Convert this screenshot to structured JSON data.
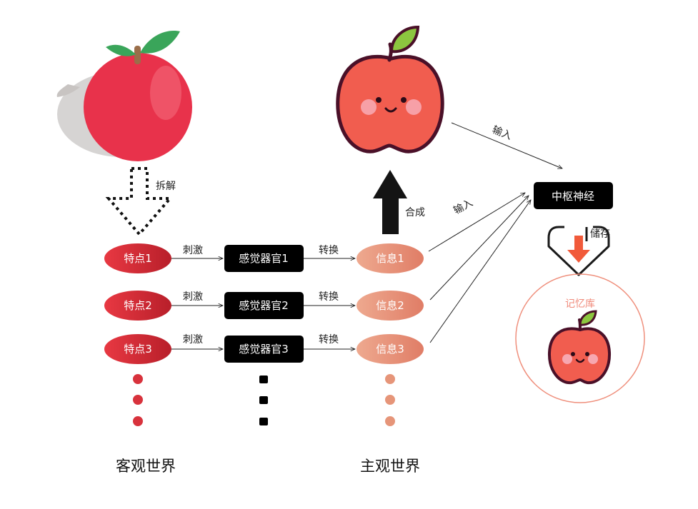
{
  "objective": {
    "decompose_label": "拆解",
    "features": [
      "特点1",
      "特点2",
      "特点3"
    ],
    "stimulus_label": "刺激",
    "world_label": "客观世界"
  },
  "senses": {
    "organs": [
      "感觉器官1",
      "感觉器官2",
      "感觉器官3"
    ],
    "convert_label": "转换"
  },
  "subjective": {
    "infos": [
      "信息1",
      "信息2",
      "信息3"
    ],
    "synthesize_label": "合成",
    "world_label": "主观世界"
  },
  "central": {
    "input_label_top": "输入",
    "input_label_bottom": "输入",
    "nerve_label": "中枢神经",
    "store_label": "储存",
    "memory_label": "记忆库"
  },
  "colors": {
    "feature_fill": "#e8323f",
    "info_fill": "#e7967b",
    "organ_fill": "#000000",
    "memory_border": "#f3a28f"
  }
}
